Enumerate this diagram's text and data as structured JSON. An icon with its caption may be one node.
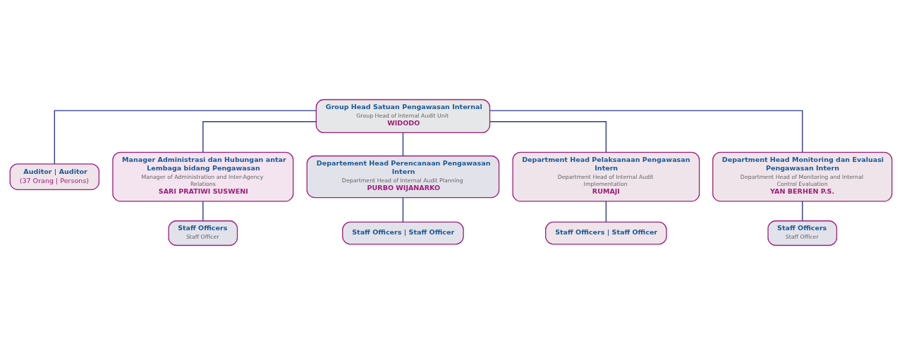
{
  "diagram": {
    "nodes": [
      {
        "text": [
          "Group Head Satuan Pengawasan Internal",
          "Group Head of Internal Audit Unit",
          "WIDODO"
        ]
      },
      {
        "text": [
          "Auditor | Auditor",
          "(37 Orang | Persons)"
        ]
      },
      {
        "text": [
          "Manager Administrasi dan Hubungan antar Lembaga bidang Pengawasan",
          "Manager of Administration and Inter-Agency Relations",
          "SARI PRATIWI SUSWENI"
        ]
      },
      {
        "text": [
          "Departement Head Perencanaan Pengawasan Intern",
          "Department Head of Internal Audit Planning",
          "PURBO WIJANARKO"
        ]
      },
      {
        "text": [
          "Department Head Pelaksanaan Pengawasan Intern",
          "Department Head of Internal Audit Implementation",
          "RUMAJI"
        ]
      },
      {
        "text": [
          "Department Head Monitoring dan Evaluasi Pengawasan Intern",
          "Department Head of Monitoring and Internal Control Evaluation",
          "YAN BERHEN P.S."
        ]
      },
      {
        "text": [
          "Staff Officers | Staff Officer"
        ]
      },
      {
        "text": [
          "Staff Officers | Staff Officer"
        ]
      },
      {
        "text": [
          "Staff Officers",
          "Staff Officer"
        ]
      },
      {
        "text": [
          "Staff Officers",
          "Staff Officer"
        ]
      }
    ],
    "edges": [
      {
        "from": 0,
        "to": 1,
        "arrow": "none"
      },
      {
        "from": 0,
        "to": 2,
        "arrow": "none"
      },
      {
        "from": 0,
        "to": 3,
        "arrow": "none"
      },
      {
        "from": 0,
        "to": 4,
        "arrow": "none"
      },
      {
        "from": 0,
        "to": 5,
        "arrow": "none"
      },
      {
        "from": 3,
        "to": 6,
        "arrow": "none"
      },
      {
        "from": 4,
        "to": 7,
        "arrow": "none"
      },
      {
        "from": 5,
        "to": 8,
        "arrow": "none"
      },
      {
        "from": 2,
        "to": 9,
        "arrow": "none"
      }
    ]
  }
}
